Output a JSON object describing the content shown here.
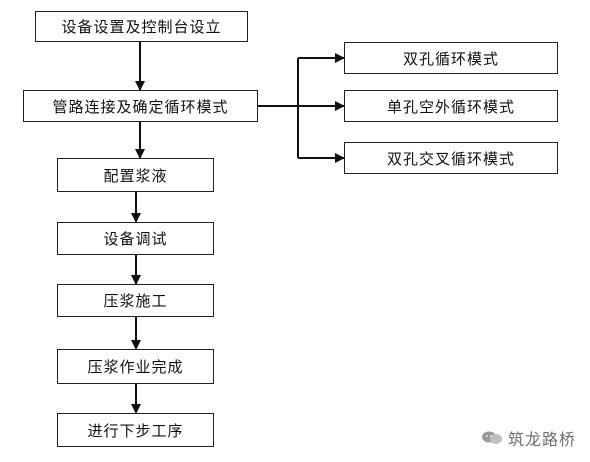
{
  "flowchart": {
    "main_steps": [
      "设备设置及控制台设立",
      "管路连接及确定循环模式",
      "配置浆液",
      "设备调试",
      "压浆施工",
      "压浆作业完成",
      "进行下步工序"
    ],
    "loop_modes": [
      "双孔循环模式",
      "单孔空外循环模式",
      "双孔交叉循环模式"
    ]
  },
  "watermark": {
    "text": "筑龙路桥",
    "icon": "wechat-bubble-icon"
  },
  "colors": {
    "line": "#111111",
    "border": "#222222",
    "background": "#ffffff",
    "watermark": "#6f6f6f"
  }
}
